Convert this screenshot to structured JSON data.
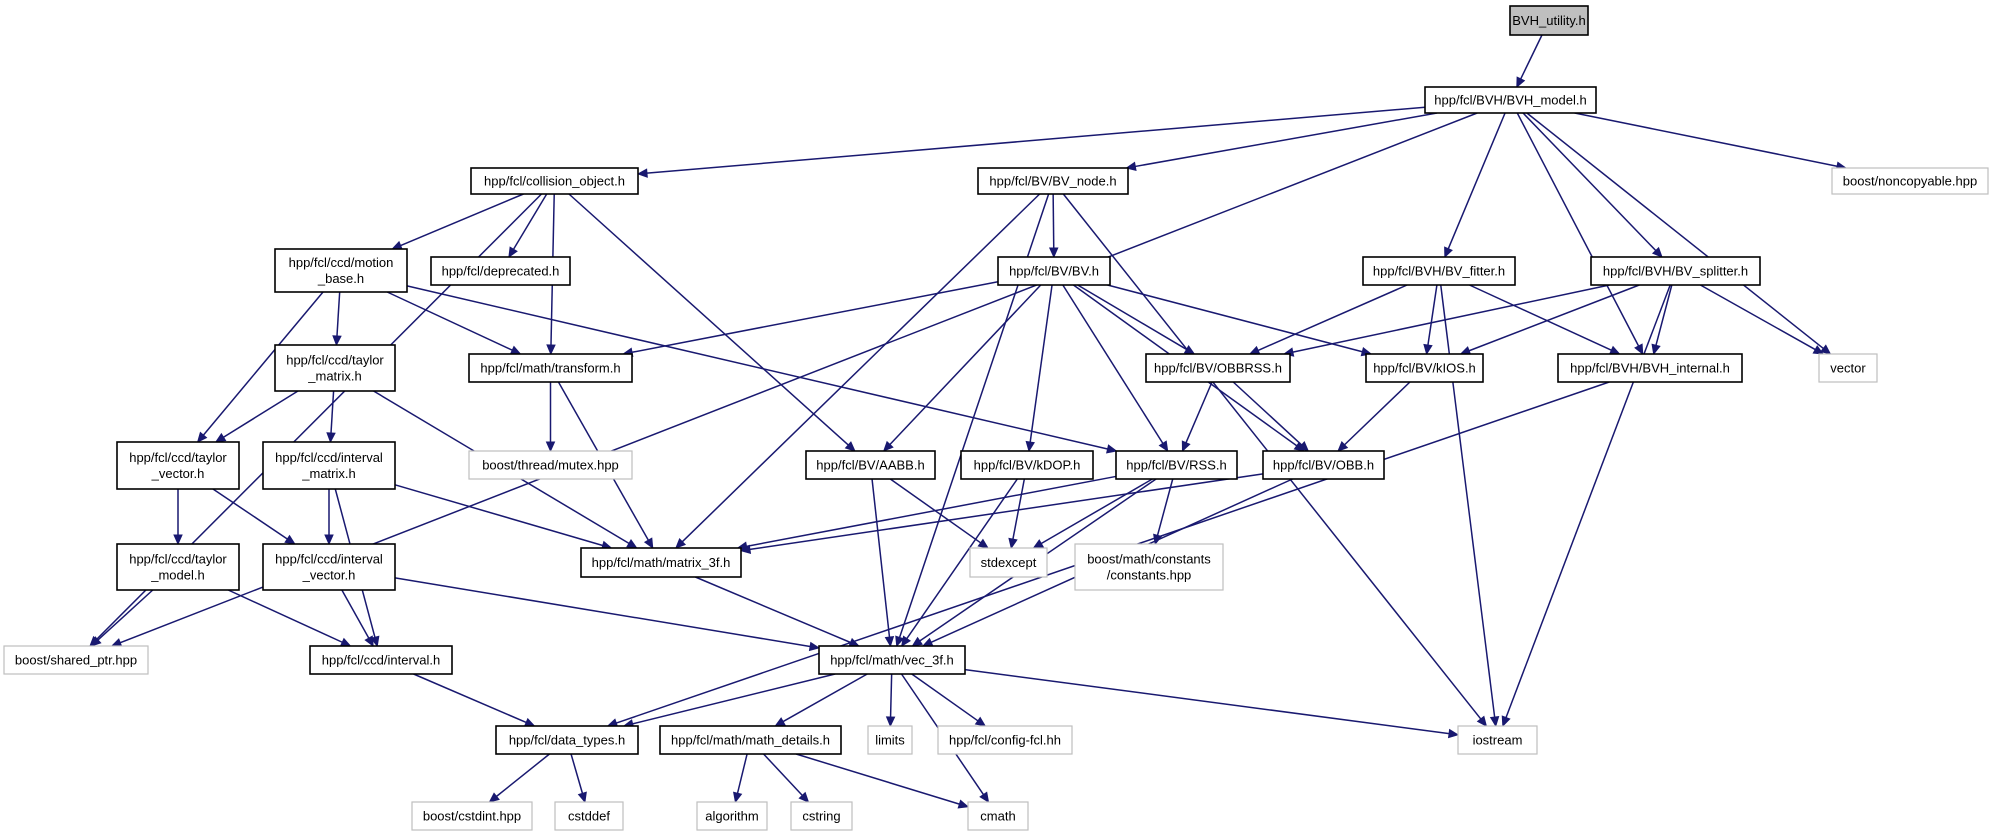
{
  "diagram": {
    "colors": {
      "edge": "#191970",
      "root_fill": "#bfbfbf",
      "internal_border": "#000000",
      "external_border": "#bfbfbf",
      "background": "#ffffff"
    },
    "nodes": [
      {
        "id": "bvh_utility",
        "lines": [
          "BVH_utility.h"
        ],
        "kind": "root"
      },
      {
        "id": "bvh_model",
        "lines": [
          "hpp/fcl/BVH/BVH_model.h"
        ],
        "kind": "internal"
      },
      {
        "id": "collision_object",
        "lines": [
          "hpp/fcl/collision_object.h"
        ],
        "kind": "internal"
      },
      {
        "id": "bv_node",
        "lines": [
          "hpp/fcl/BV/BV_node.h"
        ],
        "kind": "internal"
      },
      {
        "id": "noncopyable",
        "lines": [
          "boost/noncopyable.hpp"
        ],
        "kind": "external"
      },
      {
        "id": "motion_base",
        "lines": [
          "hpp/fcl/ccd/motion",
          "_base.h"
        ],
        "kind": "internal"
      },
      {
        "id": "deprecated",
        "lines": [
          "hpp/fcl/deprecated.h"
        ],
        "kind": "internal"
      },
      {
        "id": "bv_h",
        "lines": [
          "hpp/fcl/BV/BV.h"
        ],
        "kind": "internal"
      },
      {
        "id": "bv_fitter",
        "lines": [
          "hpp/fcl/BVH/BV_fitter.h"
        ],
        "kind": "internal"
      },
      {
        "id": "bv_splitter",
        "lines": [
          "hpp/fcl/BVH/BV_splitter.h"
        ],
        "kind": "internal"
      },
      {
        "id": "taylor_matrix",
        "lines": [
          "hpp/fcl/ccd/taylor",
          "_matrix.h"
        ],
        "kind": "internal"
      },
      {
        "id": "transform",
        "lines": [
          "hpp/fcl/math/transform.h"
        ],
        "kind": "internal"
      },
      {
        "id": "obbrss",
        "lines": [
          "hpp/fcl/BV/OBBRSS.h"
        ],
        "kind": "internal"
      },
      {
        "id": "kios",
        "lines": [
          "hpp/fcl/BV/kIOS.h"
        ],
        "kind": "internal"
      },
      {
        "id": "bvh_internal",
        "lines": [
          "hpp/fcl/BVH/BVH_internal.h"
        ],
        "kind": "internal"
      },
      {
        "id": "vector",
        "lines": [
          "vector"
        ],
        "kind": "external"
      },
      {
        "id": "taylor_vector",
        "lines": [
          "hpp/fcl/ccd/taylor",
          "_vector.h"
        ],
        "kind": "internal"
      },
      {
        "id": "interval_matrix",
        "lines": [
          "hpp/fcl/ccd/interval",
          "_matrix.h"
        ],
        "kind": "internal"
      },
      {
        "id": "mutex",
        "lines": [
          "boost/thread/mutex.hpp"
        ],
        "kind": "external"
      },
      {
        "id": "aabb",
        "lines": [
          "hpp/fcl/BV/AABB.h"
        ],
        "kind": "internal"
      },
      {
        "id": "kdop",
        "lines": [
          "hpp/fcl/BV/kDOP.h"
        ],
        "kind": "internal"
      },
      {
        "id": "rss",
        "lines": [
          "hpp/fcl/BV/RSS.h"
        ],
        "kind": "internal"
      },
      {
        "id": "obb",
        "lines": [
          "hpp/fcl/BV/OBB.h"
        ],
        "kind": "internal"
      },
      {
        "id": "taylor_model",
        "lines": [
          "hpp/fcl/ccd/taylor",
          "_model.h"
        ],
        "kind": "internal"
      },
      {
        "id": "interval_vector",
        "lines": [
          "hpp/fcl/ccd/interval",
          "_vector.h"
        ],
        "kind": "internal"
      },
      {
        "id": "matrix_3f",
        "lines": [
          "hpp/fcl/math/matrix_3f.h"
        ],
        "kind": "internal"
      },
      {
        "id": "stdexcept",
        "lines": [
          "stdexcept"
        ],
        "kind": "external"
      },
      {
        "id": "constants",
        "lines": [
          "boost/math/constants",
          "/constants.hpp"
        ],
        "kind": "external"
      },
      {
        "id": "shared_ptr",
        "lines": [
          "boost/shared_ptr.hpp"
        ],
        "kind": "external"
      },
      {
        "id": "interval",
        "lines": [
          "hpp/fcl/ccd/interval.h"
        ],
        "kind": "internal"
      },
      {
        "id": "vec_3f",
        "lines": [
          "hpp/fcl/math/vec_3f.h"
        ],
        "kind": "internal"
      },
      {
        "id": "data_types",
        "lines": [
          "hpp/fcl/data_types.h"
        ],
        "kind": "internal"
      },
      {
        "id": "math_details",
        "lines": [
          "hpp/fcl/math/math_details.h"
        ],
        "kind": "internal"
      },
      {
        "id": "limits",
        "lines": [
          "limits"
        ],
        "kind": "external"
      },
      {
        "id": "config_fcl",
        "lines": [
          "hpp/fcl/config-fcl.hh"
        ],
        "kind": "external"
      },
      {
        "id": "iostream",
        "lines": [
          "iostream"
        ],
        "kind": "external"
      },
      {
        "id": "cstdint",
        "lines": [
          "boost/cstdint.hpp"
        ],
        "kind": "external"
      },
      {
        "id": "cstddef",
        "lines": [
          "cstddef"
        ],
        "kind": "external"
      },
      {
        "id": "algorithm",
        "lines": [
          "algorithm"
        ],
        "kind": "external"
      },
      {
        "id": "cstring",
        "lines": [
          "cstring"
        ],
        "kind": "external"
      },
      {
        "id": "cmath",
        "lines": [
          "cmath"
        ],
        "kind": "external"
      }
    ],
    "edges": [
      [
        "bvh_utility",
        "bvh_model"
      ],
      [
        "bvh_model",
        "collision_object"
      ],
      [
        "bvh_model",
        "bv_node"
      ],
      [
        "bvh_model",
        "noncopyable"
      ],
      [
        "bvh_model",
        "bv_fitter"
      ],
      [
        "bvh_model",
        "bv_splitter"
      ],
      [
        "bvh_model",
        "bvh_internal"
      ],
      [
        "bvh_model",
        "vector"
      ],
      [
        "bvh_model",
        "shared_ptr"
      ],
      [
        "collision_object",
        "motion_base"
      ],
      [
        "collision_object",
        "deprecated"
      ],
      [
        "collision_object",
        "transform"
      ],
      [
        "collision_object",
        "aabb"
      ],
      [
        "collision_object",
        "shared_ptr"
      ],
      [
        "bv_node",
        "bv_h"
      ],
      [
        "bv_node",
        "matrix_3f"
      ],
      [
        "bv_node",
        "vec_3f"
      ],
      [
        "bv_node",
        "iostream"
      ],
      [
        "motion_base",
        "taylor_matrix"
      ],
      [
        "motion_base",
        "taylor_vector"
      ],
      [
        "motion_base",
        "transform"
      ],
      [
        "motion_base",
        "rss"
      ],
      [
        "bv_h",
        "transform"
      ],
      [
        "bv_h",
        "obbrss"
      ],
      [
        "bv_h",
        "kios"
      ],
      [
        "bv_h",
        "aabb"
      ],
      [
        "bv_h",
        "kdop"
      ],
      [
        "bv_h",
        "rss"
      ],
      [
        "bv_h",
        "obb"
      ],
      [
        "bv_fitter",
        "obbrss"
      ],
      [
        "bv_fitter",
        "kios"
      ],
      [
        "bv_fitter",
        "bvh_internal"
      ],
      [
        "bv_fitter",
        "iostream"
      ],
      [
        "bv_splitter",
        "obbrss"
      ],
      [
        "bv_splitter",
        "kios"
      ],
      [
        "bv_splitter",
        "bvh_internal"
      ],
      [
        "bv_splitter",
        "vector"
      ],
      [
        "bv_splitter",
        "iostream"
      ],
      [
        "taylor_matrix",
        "taylor_vector"
      ],
      [
        "taylor_matrix",
        "interval_matrix"
      ],
      [
        "taylor_matrix",
        "matrix_3f"
      ],
      [
        "transform",
        "mutex"
      ],
      [
        "transform",
        "matrix_3f"
      ],
      [
        "obbrss",
        "rss"
      ],
      [
        "obbrss",
        "obb"
      ],
      [
        "kios",
        "obb"
      ],
      [
        "bvh_internal",
        "data_types"
      ],
      [
        "taylor_vector",
        "taylor_model"
      ],
      [
        "taylor_vector",
        "interval_vector"
      ],
      [
        "interval_matrix",
        "interval_vector"
      ],
      [
        "interval_matrix",
        "interval"
      ],
      [
        "interval_matrix",
        "matrix_3f"
      ],
      [
        "aabb",
        "stdexcept"
      ],
      [
        "aabb",
        "vec_3f"
      ],
      [
        "kdop",
        "stdexcept"
      ],
      [
        "kdop",
        "vec_3f"
      ],
      [
        "rss",
        "matrix_3f"
      ],
      [
        "rss",
        "stdexcept"
      ],
      [
        "rss",
        "constants"
      ],
      [
        "rss",
        "vec_3f"
      ],
      [
        "obb",
        "matrix_3f"
      ],
      [
        "obb",
        "vec_3f"
      ],
      [
        "taylor_model",
        "shared_ptr"
      ],
      [
        "taylor_model",
        "interval"
      ],
      [
        "interval_vector",
        "interval"
      ],
      [
        "interval_vector",
        "vec_3f"
      ],
      [
        "matrix_3f",
        "vec_3f"
      ],
      [
        "interval",
        "data_types"
      ],
      [
        "vec_3f",
        "data_types"
      ],
      [
        "vec_3f",
        "math_details"
      ],
      [
        "vec_3f",
        "limits"
      ],
      [
        "vec_3f",
        "config_fcl"
      ],
      [
        "vec_3f",
        "iostream"
      ],
      [
        "vec_3f",
        "cmath"
      ],
      [
        "data_types",
        "cstdint"
      ],
      [
        "data_types",
        "cstddef"
      ],
      [
        "math_details",
        "algorithm"
      ],
      [
        "math_details",
        "cstring"
      ],
      [
        "math_details",
        "cmath"
      ]
    ]
  }
}
